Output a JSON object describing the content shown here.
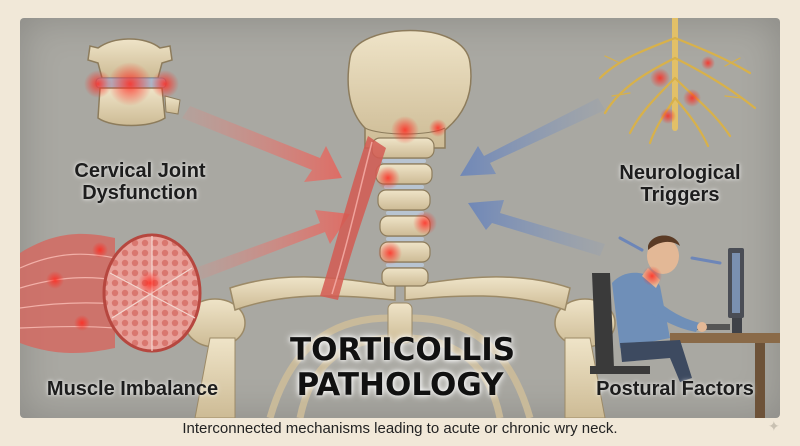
{
  "title_line1": "TORTICOLLIS",
  "title_line2": "PATHOLOGY",
  "factors": {
    "cervical_line1": "Cervical Joint",
    "cervical_line2": "Dysfunction",
    "neuro_line1": "Neurological",
    "neuro_line2": "Triggers",
    "muscle": "Muscle Imbalance",
    "postural": "Postural Factors"
  },
  "caption": "Interconnected mechanisms leading to acute or chronic wry neck.",
  "icons": [
    "vertebra-icon",
    "nerve-icon",
    "muscle-icon",
    "person-at-computer-icon",
    "skeleton-icon",
    "sparkle-icon"
  ],
  "colors": {
    "inflammation": "#e0403a",
    "red_arrow": "#e8827c",
    "blue_arrow": "#7f97c2",
    "panel": "#a9a8a2"
  }
}
